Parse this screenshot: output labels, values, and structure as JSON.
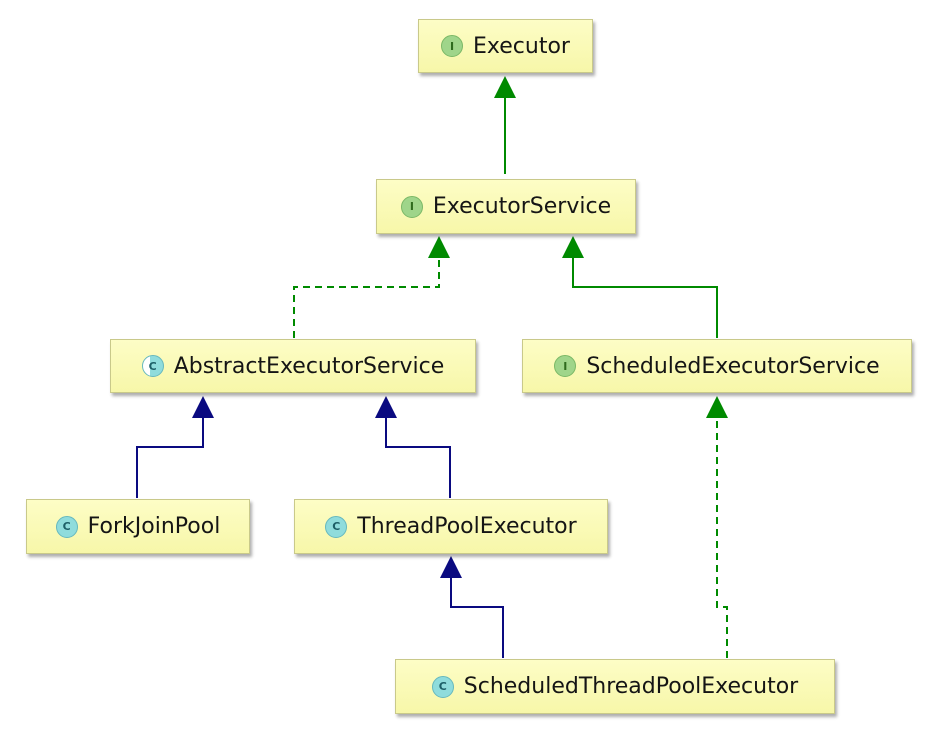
{
  "diagram": {
    "nodes": [
      {
        "id": "executor",
        "name": "Executor",
        "kind": "interface",
        "badge": "I"
      },
      {
        "id": "executor_service",
        "name": "ExecutorService",
        "kind": "interface",
        "badge": "I"
      },
      {
        "id": "abstract_executor_service",
        "name": "AbstractExecutorService",
        "kind": "abstract-class",
        "badge": "C"
      },
      {
        "id": "scheduled_executor_service",
        "name": "ScheduledExecutorService",
        "kind": "interface",
        "badge": "I"
      },
      {
        "id": "fork_join_pool",
        "name": "ForkJoinPool",
        "kind": "class",
        "badge": "C"
      },
      {
        "id": "thread_pool_executor",
        "name": "ThreadPoolExecutor",
        "kind": "class",
        "badge": "C"
      },
      {
        "id": "scheduled_thread_pool_executor",
        "name": "ScheduledThreadPoolExecutor",
        "kind": "class",
        "badge": "C"
      }
    ],
    "edges": [
      {
        "from": "executor_service",
        "to": "executor",
        "relation": "extends-interface"
      },
      {
        "from": "abstract_executor_service",
        "to": "executor_service",
        "relation": "implements"
      },
      {
        "from": "scheduled_executor_service",
        "to": "executor_service",
        "relation": "extends-interface"
      },
      {
        "from": "fork_join_pool",
        "to": "abstract_executor_service",
        "relation": "extends"
      },
      {
        "from": "thread_pool_executor",
        "to": "abstract_executor_service",
        "relation": "extends"
      },
      {
        "from": "scheduled_thread_pool_executor",
        "to": "thread_pool_executor",
        "relation": "extends"
      },
      {
        "from": "scheduled_thread_pool_executor",
        "to": "scheduled_executor_service",
        "relation": "implements"
      }
    ],
    "colors": {
      "node_fill": "#fbfbb8",
      "interface_edge": "#008a00",
      "class_edge": "#0a0a80"
    }
  }
}
